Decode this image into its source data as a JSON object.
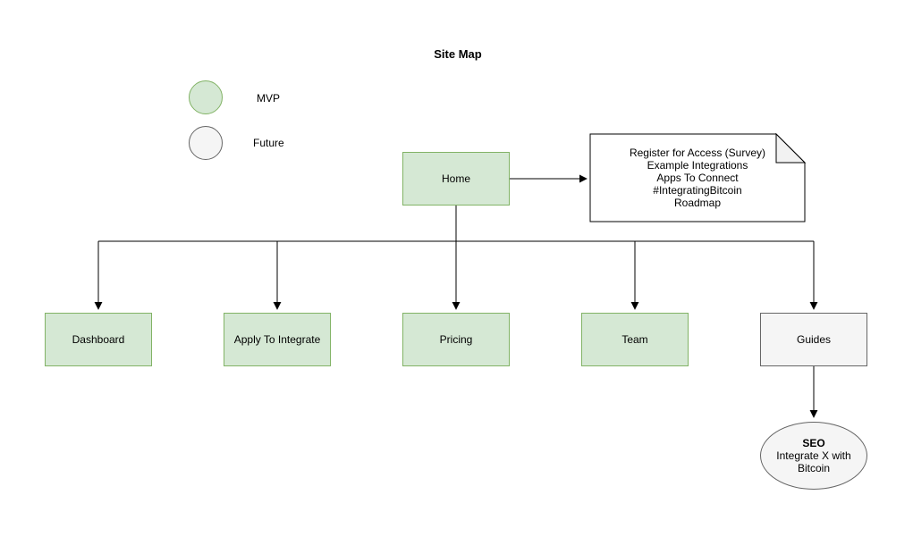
{
  "title": "Site Map",
  "legend": {
    "items": [
      {
        "label": "MVP",
        "status": "mvp"
      },
      {
        "label": "Future",
        "status": "future"
      }
    ]
  },
  "nodes": {
    "home": {
      "label": "Home",
      "status": "mvp"
    },
    "dashboard": {
      "label": "Dashboard",
      "status": "mvp"
    },
    "apply": {
      "label": "Apply To Integrate",
      "status": "mvp"
    },
    "pricing": {
      "label": "Pricing",
      "status": "mvp"
    },
    "team": {
      "label": "Team",
      "status": "mvp"
    },
    "guides": {
      "label": "Guides",
      "status": "future"
    },
    "seo": {
      "title": "SEO",
      "subtitle": "Integrate X with Bitcoin",
      "status": "future"
    }
  },
  "note": {
    "lines": [
      "Register for Access (Survey)",
      "Example Integrations",
      "Apps To Connect",
      "#IntegratingBitcoin",
      "Roadmap"
    ]
  },
  "colors": {
    "mvp_fill": "#d5e8d4",
    "mvp_border": "#82b366",
    "future_fill": "#f5f5f5",
    "future_border": "#666666",
    "edge": "#000000",
    "note_fill": "#ffffff",
    "note_fold": "#f2f2f2"
  }
}
